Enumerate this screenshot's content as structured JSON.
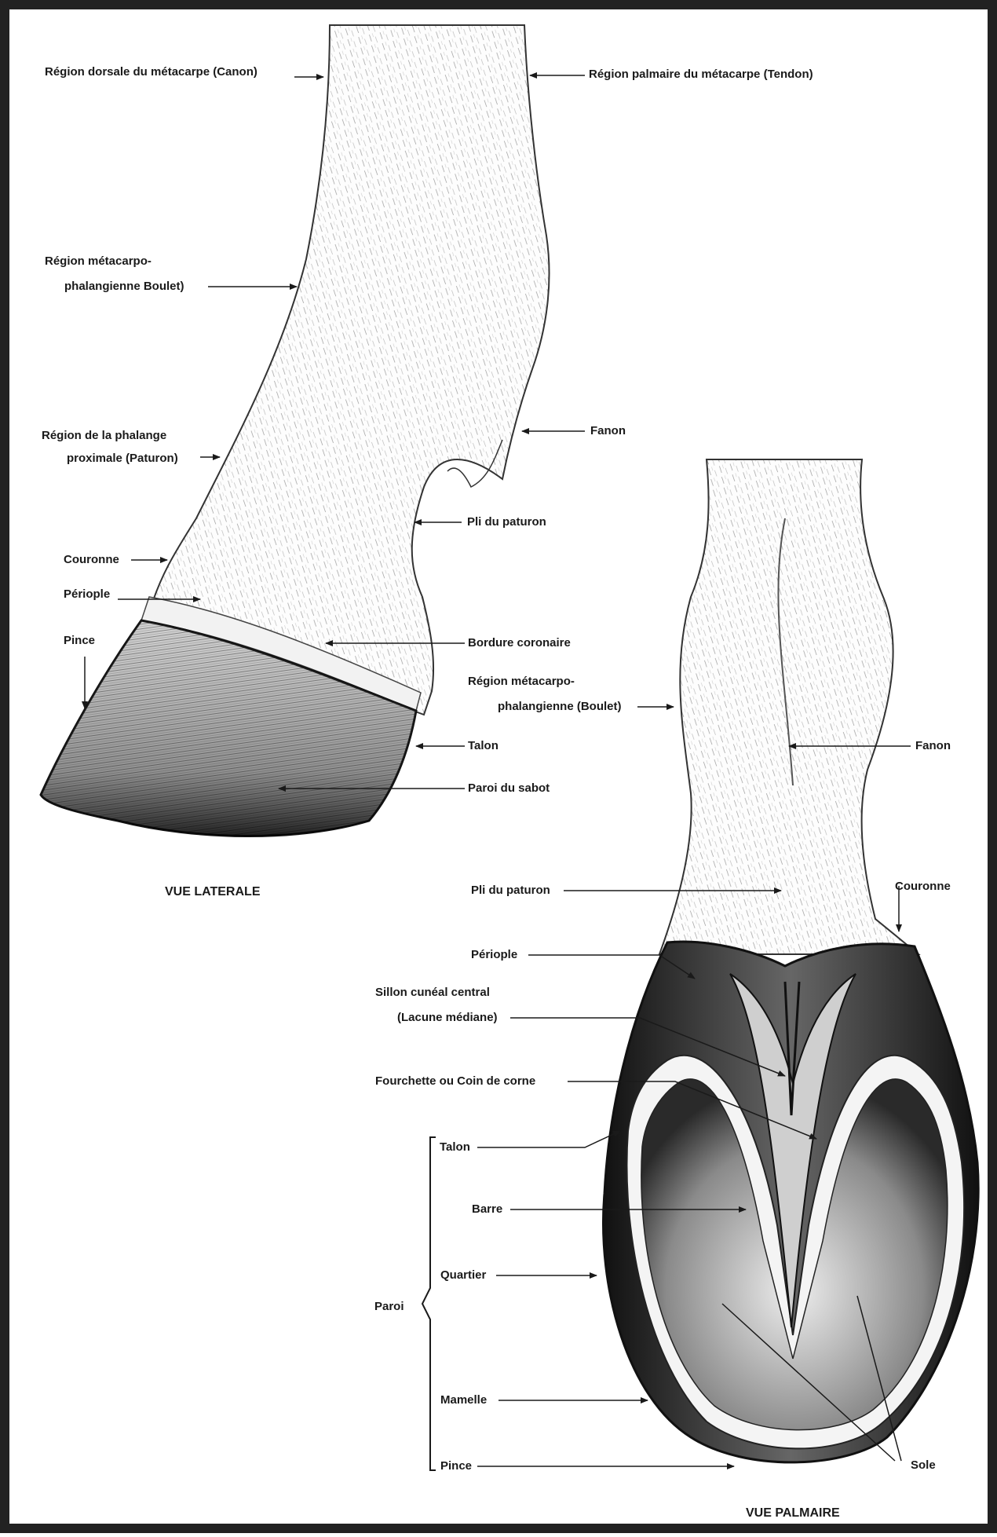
{
  "lateral": {
    "caption": "VUE LATERALE",
    "labels": {
      "canon": "Région dorsale du métacarpe (Canon)",
      "tendon": "Région palmaire du métacarpe (Tendon)",
      "boulet_1": "Région métacarpo-",
      "boulet_2": "phalangienne Boulet)",
      "paturon_1": "Région de la phalange",
      "paturon_2": "proximale (Paturon)",
      "fanon": "Fanon",
      "pli": "Pli du paturon",
      "couronne": "Couronne",
      "periople": "Périople",
      "pince": "Pince",
      "bordure": "Bordure coronaire",
      "talon": "Talon",
      "paroi": "Paroi du sabot"
    }
  },
  "palmar": {
    "caption": "VUE PALMAIRE",
    "labels": {
      "boulet_1": "Région métacarpo-",
      "boulet_2": "phalangienne (Boulet)",
      "fanon": "Fanon",
      "pli": "Pli du paturon",
      "couronne": "Couronne",
      "periople": "Périople",
      "sillon_1": "Sillon cunéal central",
      "sillon_2": "(Lacune médiane)",
      "fourchette": "Fourchette ou Coin de corne",
      "talon": "Talon",
      "barre": "Barre",
      "quartier": "Quartier",
      "paroi": "Paroi",
      "mamelle": "Mamelle",
      "pince": "Pince",
      "sole": "Sole"
    }
  }
}
